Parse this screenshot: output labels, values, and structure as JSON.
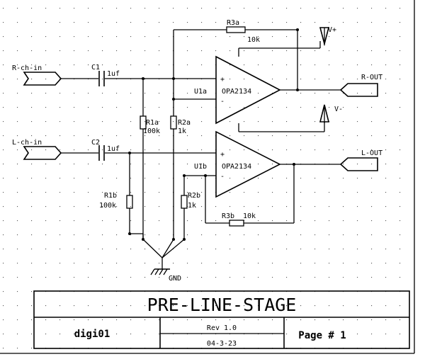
{
  "schematic": {
    "inputs": {
      "right": "R-ch-in",
      "left": "L-ch-in"
    },
    "outputs": {
      "right": "R-OUT",
      "left": "L-OUT"
    },
    "capacitors": {
      "c1": {
        "ref": "C1",
        "value": "1uf"
      },
      "c2": {
        "ref": "C2",
        "value": "1uf"
      }
    },
    "resistors": {
      "r1a": {
        "ref": "R1a",
        "value": "100k"
      },
      "r2a": {
        "ref": "R2a",
        "value": "1k"
      },
      "r3a": {
        "ref": "R3a",
        "value": "10k"
      },
      "r1b": {
        "ref": "R1b",
        "value": "100k"
      },
      "r2b": {
        "ref": "R2b",
        "value": "1k"
      },
      "r3b": {
        "ref": "R3b",
        "value": "10k"
      }
    },
    "opamps": {
      "u1a": {
        "ref": "U1a",
        "part": "OPA2134",
        "plus": "+",
        "minus": "-"
      },
      "u1b": {
        "ref": "U1b",
        "part": "OPA2134",
        "plus": "+",
        "minus": "-"
      }
    },
    "power": {
      "vplus": "V+",
      "vminus": "V-",
      "ground": "GND"
    }
  },
  "title_block": {
    "title": "PRE-LINE-STAGE",
    "author": "digi01",
    "revision": "Rev 1.0",
    "date": "04-3-23",
    "page": "Page # 1"
  }
}
